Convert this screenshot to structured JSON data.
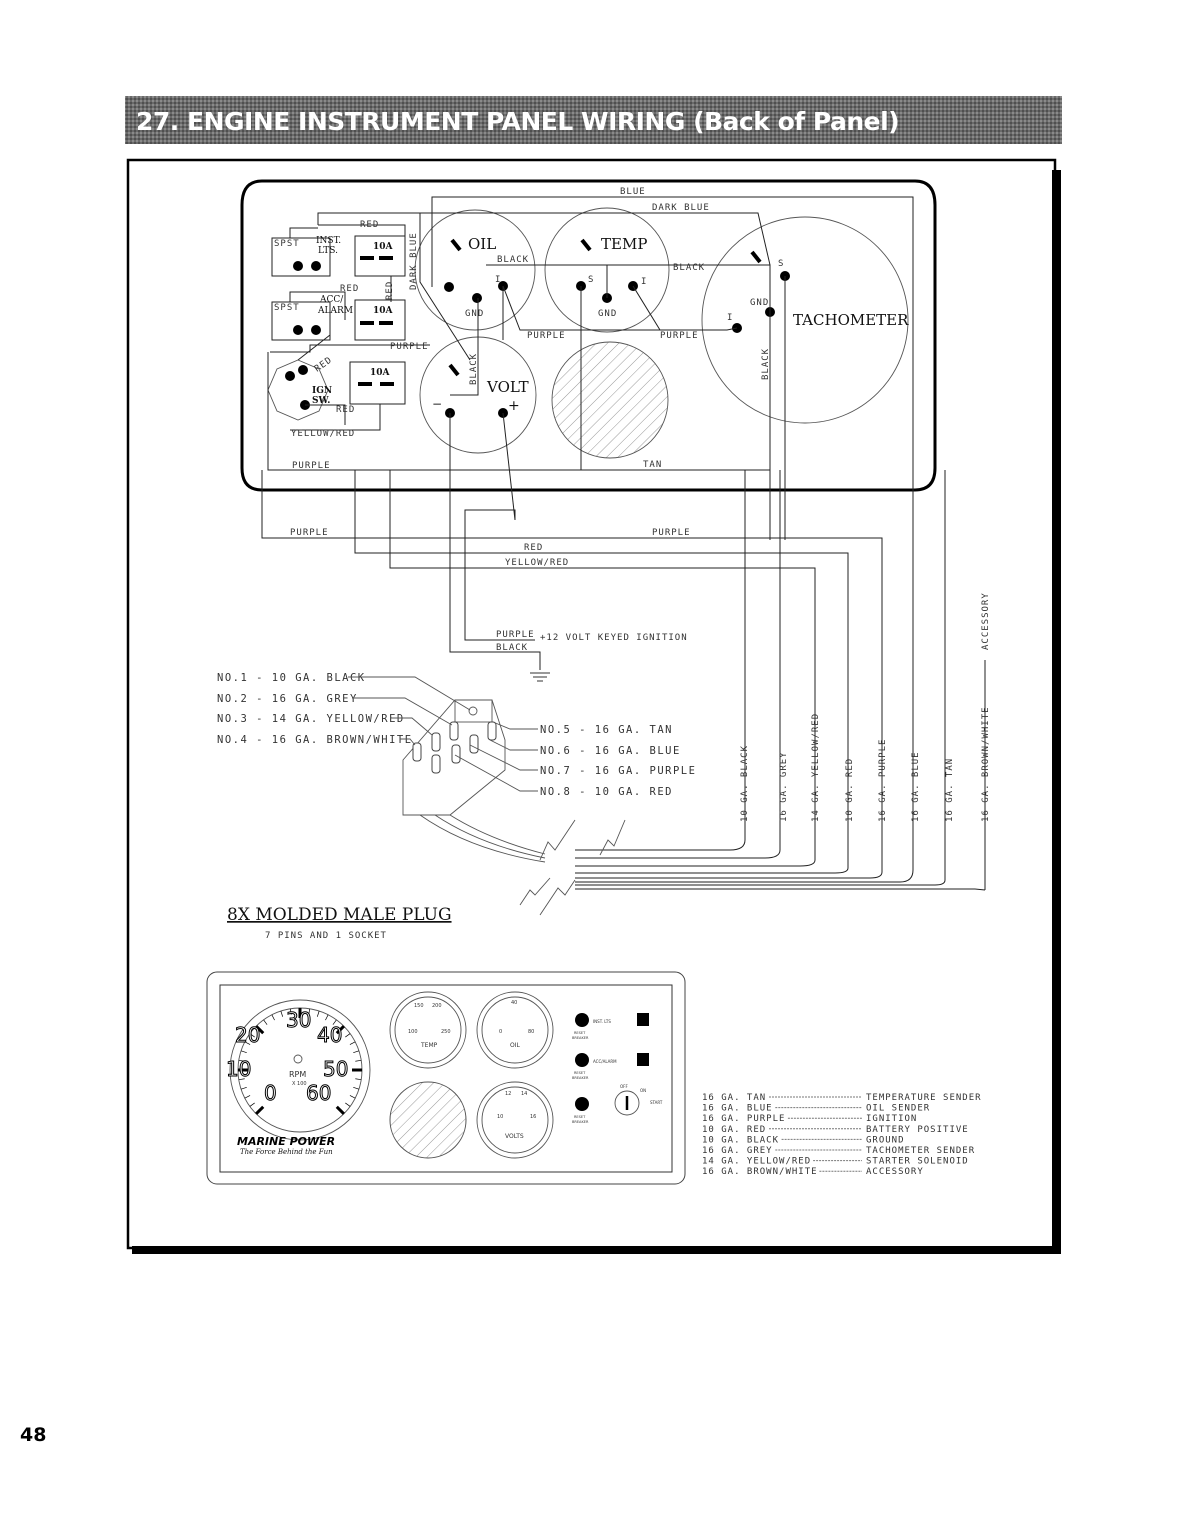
{
  "header": {
    "title": "27. ENGINE INSTRUMENT PANEL WIRING (Back of Panel)"
  },
  "back_panel": {
    "wires": {
      "blue": "BLUE",
      "dark_blue": "DARK BLUE",
      "dark_blue_vertical": "DARK BLUE",
      "red_top": "RED",
      "red_middle": "RED",
      "red_vertical": "RED",
      "black_oil": "BLACK",
      "black_temp": "BLACK",
      "purple_oil": "PURPLE",
      "purple_temp": "PURPLE",
      "purple_ign": "PURPLE",
      "red_diagonal": "RED",
      "red_ign": "RED",
      "yellow_red": "YELLOW/RED",
      "purple_bottom": "PURPLE",
      "tan": "TAN",
      "black_volt": "BLACK",
      "black_tach": "BLACK"
    },
    "switches": [
      {
        "type": "SPST",
        "label_1": "INST.",
        "label_2": "LTS.",
        "fuse": "10A"
      },
      {
        "type": "SPST",
        "label_1": "ACC/",
        "label_2": "ALARM",
        "fuse": "10A"
      }
    ],
    "ignition": {
      "label_1": "IGN",
      "label_2": "SW.",
      "fuse": "10A"
    },
    "gauges": {
      "oil": "OIL",
      "temp": "TEMP",
      "tach": "TACHOMETER",
      "volt": "VOLT"
    },
    "terminals": {
      "gnd": "GND",
      "s": "S",
      "i": "I",
      "plus": "+",
      "minus": "−"
    }
  },
  "harness": {
    "purple_left": "PURPLE",
    "purple_right": "PURPLE",
    "red": "RED",
    "yellow_red": "YELLOW/RED",
    "purple_ign": "PURPLE",
    "ign_note": "+12 VOLT KEYED IGNITION",
    "black": "BLACK",
    "wire_labels": [
      "10 GA. BLACK",
      "16 GA. GREY",
      "14 GA. YELLOW/RED",
      "10 GA. RED",
      "16 GA. PURPLE",
      "16 GA. BLUE",
      "16 GA. TAN",
      "16 GA. BROWN/WHITE"
    ],
    "accessory": "ACCESSORY"
  },
  "plug": {
    "pins": [
      "NO.1 - 10 GA. BLACK",
      "NO.2 - 16 GA. GREY",
      "NO.3 - 14 GA. YELLOW/RED",
      "NO.4 - 16 GA. BROWN/WHITE",
      "NO.5 - 16 GA. TAN",
      "NO.6 - 16 GA. BLUE",
      "NO.7 - 16 GA. PURPLE",
      "NO.8 - 10 GA. RED"
    ],
    "title": "8X MOLDED MALE PLUG",
    "subtitle": "7 PINS AND 1 SOCKET"
  },
  "front_panel": {
    "tach_numbers": [
      "0",
      "10",
      "20",
      "30",
      "40",
      "50",
      "60"
    ],
    "rpm": "RPM",
    "rpm_unit": "X 100",
    "temp_ticks": [
      "100",
      "150",
      "200",
      "250"
    ],
    "temp_label": "TEMP",
    "oil_ticks": [
      "0",
      "40",
      "80"
    ],
    "oil_label": "OIL",
    "volt_ticks": [
      "10",
      "12",
      "14",
      "16"
    ],
    "volt_label": "VOLTS",
    "inst_lts": "INST. LTS",
    "acc_alarm": "ACC/ALARM",
    "reset_breaker_1": "RESET",
    "reset_breaker_2": "BREAKER",
    "key_off": "OFF",
    "key_on": "ON",
    "key_start": "START",
    "logo": "MARINE POWER",
    "tagline": "The Force Behind the Fun"
  },
  "legend": [
    {
      "wire": "16 GA. TAN",
      "dest": "TEMPERATURE SENDER"
    },
    {
      "wire": "16 GA. BLUE",
      "dest": "OIL SENDER"
    },
    {
      "wire": "16 GA. PURPLE",
      "dest": "IGNITION"
    },
    {
      "wire": "10 GA. RED",
      "dest": "BATTERY POSITIVE"
    },
    {
      "wire": "10 GA. BLACK",
      "dest": "GROUND"
    },
    {
      "wire": "16 GA. GREY",
      "dest": "TACHOMETER SENDER"
    },
    {
      "wire": "14 GA. YELLOW/RED",
      "dest": "STARTER SOLENOID"
    },
    {
      "wire": "16 GA. BROWN/WHITE",
      "dest": "ACCESSORY"
    }
  ],
  "page_number": "48"
}
